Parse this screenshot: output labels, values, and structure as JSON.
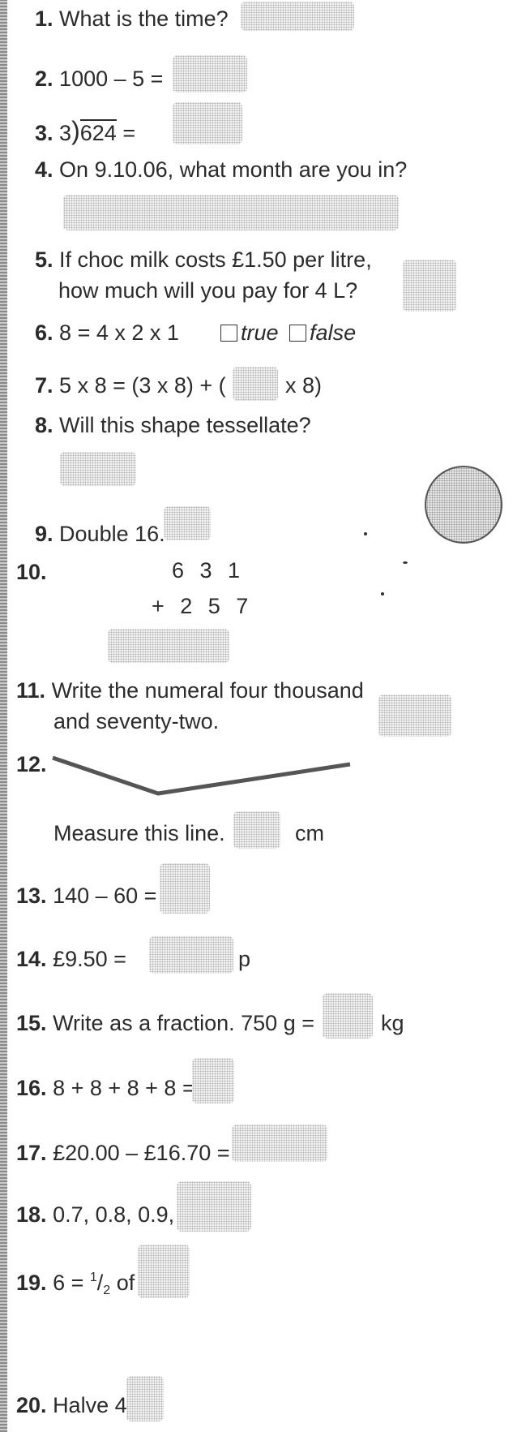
{
  "questions": [
    {
      "num": "1.",
      "text": "What is the time?"
    },
    {
      "num": "2.",
      "text": "1000 – 5 ="
    },
    {
      "num": "3.",
      "divisor": "3",
      "dividend": "624",
      "tail": "="
    },
    {
      "num": "4.",
      "text": "On 9.10.06, what month are you in?"
    },
    {
      "num": "5.",
      "line1": "If choc milk costs £1.50 per litre,",
      "line2": "how much will you pay for 4 L?"
    },
    {
      "num": "6.",
      "text": "8 = 4 x 2 x 1",
      "opt_true": "true",
      "opt_false": "false"
    },
    {
      "num": "7.",
      "text_a": "5 x 8 = (3 x 8) + (",
      "text_b": "x 8)"
    },
    {
      "num": "8.",
      "text": "Will this shape tessellate?"
    },
    {
      "num": "9.",
      "text": "Double 16."
    },
    {
      "num": "10.",
      "top": "6 3 1",
      "bottom": "+ 2 5 7"
    },
    {
      "num": "11.",
      "line1": "Write the numeral four thousand",
      "line2": "and seventy-two."
    },
    {
      "num": "12.",
      "text_a": "Measure this line.",
      "unit": "cm"
    },
    {
      "num": "13.",
      "text": "140 – 60 ="
    },
    {
      "num": "14.",
      "text": "£9.50 =",
      "unit": "p"
    },
    {
      "num": "15.",
      "text": "Write as a fraction. 750 g =",
      "unit": "kg"
    },
    {
      "num": "16.",
      "text": "8 + 8 + 8 + 8 ="
    },
    {
      "num": "17.",
      "text": "£20.00 – £16.70 ="
    },
    {
      "num": "18.",
      "text": "0.7, 0.8, 0.9,"
    },
    {
      "num": "19.",
      "pre": "6 =",
      "frac_num": "1",
      "frac_den": "2",
      "post": "of"
    },
    {
      "num": "20.",
      "text": "Halve 42."
    }
  ]
}
